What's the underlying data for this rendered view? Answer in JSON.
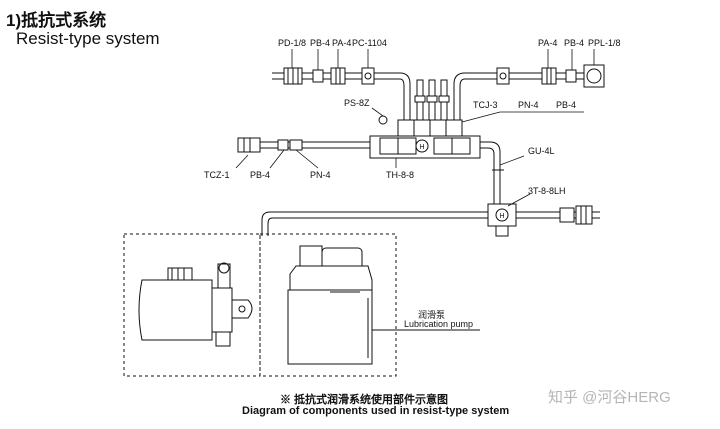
{
  "heading": {
    "number_cn": "1)抵抗式系统",
    "english": "Resist-type system"
  },
  "labels": {
    "pd18": "PD-1/8",
    "pb4_top": "PB-4",
    "pa4_top": "PA-4",
    "pc1104": "PC-1104",
    "pa4_right": "PA-4",
    "pb4_right": "PB-4",
    "ppl18": "PPL-1/8",
    "ps8z": "PS-8Z",
    "tcj3": "TCJ-3",
    "pn4_mid": "PN-4",
    "pb4_mid": "PB-4",
    "tcz1": "TCZ-1",
    "pb4_low": "PB-4",
    "pn4_low": "PN-4",
    "th88": "TH-8-8",
    "gu4l": "GU-4L",
    "t388lh": "3T-8-8LH",
    "pump_cn": "润滑泵",
    "pump_en": "Lubrication pump"
  },
  "caption": {
    "cn": "※ 抵抗式润滑系统使用部件示意图",
    "en": "Diagram of components used in resist-type system"
  },
  "watermark": "知乎 @河谷HERG"
}
